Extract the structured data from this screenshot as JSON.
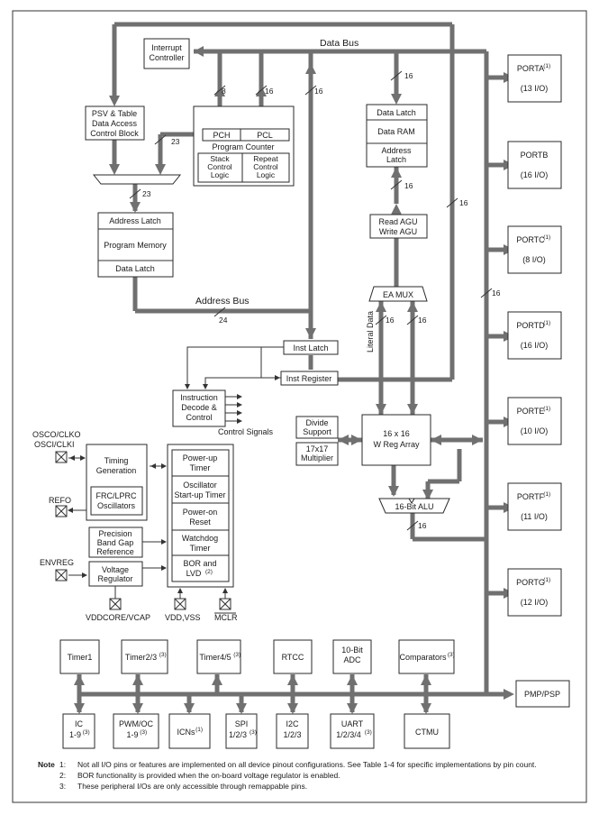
{
  "buses": {
    "data_bus": "Data Bus",
    "address_bus": "Address Bus",
    "control_signals": "Control Signals",
    "literal_data": "Literal Data"
  },
  "widths": {
    "w16": "16",
    "w8": "8",
    "w23": "23",
    "w24": "24"
  },
  "blocks": {
    "interrupt_controller": [
      "Interrupt",
      "Controller"
    ],
    "psv": [
      "PSV & Table",
      "Data Access",
      "Control Block"
    ],
    "pch": "PCH",
    "pcl": "PCL",
    "program_counter": "Program Counter",
    "stack_control": [
      "Stack",
      "Control",
      "Logic"
    ],
    "repeat_control": [
      "Repeat",
      "Control",
      "Logic"
    ],
    "pm_address_latch": "Address Latch",
    "program_memory": "Program Memory",
    "pm_data_latch": "Data Latch",
    "dm_data_latch": "Data Latch",
    "data_ram": "Data RAM",
    "dm_address_latch": [
      "Address",
      "Latch"
    ],
    "agu": [
      "Read AGU",
      "Write AGU"
    ],
    "ea_mux": "EA MUX",
    "inst_latch": "Inst Latch",
    "inst_register": "Inst Register",
    "instruction_decode": [
      "Instruction",
      "Decode &",
      "Control"
    ],
    "divide_support": [
      "Divide",
      "Support"
    ],
    "multiplier": [
      "17x17",
      "Multiplier"
    ],
    "w_reg_array": [
      "16 x 16",
      "W Reg Array"
    ],
    "alu": "16-Bit ALU",
    "timing_generation": [
      "Timing",
      "Generation"
    ],
    "frc_lprc": [
      "FRC/LPRC",
      "Oscillators"
    ],
    "precision_band_gap": [
      "Precision",
      "Band Gap",
      "Reference"
    ],
    "voltage_regulator": [
      "Voltage",
      "Regulator"
    ],
    "power_up_timer": [
      "Power-up",
      "Timer"
    ],
    "oscillator_startup": [
      "Oscillator",
      "Start-up Timer"
    ],
    "power_on_reset": [
      "Power-on",
      "Reset"
    ],
    "watchdog_timer": [
      "Watchdog",
      "Timer"
    ],
    "bor_lvd": [
      "BOR and",
      "LVD"
    ],
    "bor_lvd_note": "(2)"
  },
  "pins": {
    "osco": "OSCO/CLKO",
    "osci": "OSCI/CLKI",
    "refo": "REFO",
    "envreg": "ENVREG",
    "vddcore": "VDDCORE/VCAP",
    "vdd_vss": "VDD,VSS",
    "mclr": "MCLR"
  },
  "ports": [
    {
      "name": "PORTA",
      "note": "(1)",
      "io": "(13 I/O)"
    },
    {
      "name": "PORTB",
      "note": "",
      "io": "(16 I/O)"
    },
    {
      "name": "PORTC",
      "note": "(1)",
      "io": "(8 I/O)"
    },
    {
      "name": "PORTD",
      "note": "(1)",
      "io": "(16 I/O)"
    },
    {
      "name": "PORTE",
      "note": "(1)",
      "io": "(10 I/O)"
    },
    {
      "name": "PORTF",
      "note": "(1)",
      "io": "(11 I/O)"
    },
    {
      "name": "PORTG",
      "note": "(1)",
      "io": "(12 I/O)"
    }
  ],
  "peripherals_top": [
    {
      "name": "Timer1",
      "note": ""
    },
    {
      "name": "Timer2/3",
      "note": "(3)"
    },
    {
      "name": "Timer4/5",
      "note": "(3)"
    },
    {
      "name": "RTCC",
      "note": ""
    },
    {
      "name": "10-Bit ADC",
      "note": ""
    },
    {
      "name": "Comparators",
      "note": "(3)"
    }
  ],
  "peripherals_bottom": [
    {
      "name": "IC",
      "sub": "1-9",
      "note": "(3)"
    },
    {
      "name": "PWM/OC",
      "sub": "1-9",
      "note": "(3)"
    },
    {
      "name": "ICNs",
      "sub": "",
      "note": "(1)"
    },
    {
      "name": "SPI",
      "sub": "1/2/3",
      "note": "(3)"
    },
    {
      "name": "I2C",
      "sub": "1/2/3",
      "note": ""
    },
    {
      "name": "UART",
      "sub": "1/2/3/4",
      "note": "(3)"
    },
    {
      "name": "CTMU",
      "sub": "",
      "note": ""
    }
  ],
  "pmp": "PMP/PSP",
  "notes": {
    "heading": "Note",
    "items": [
      {
        "num": "1:",
        "text": "Not all I/O pins or features are implemented on all device pinout configurations. See Table 1-4 for specific implementations by pin count."
      },
      {
        "num": "2:",
        "text": "BOR functionality is provided when the on-board voltage regulator is enabled."
      },
      {
        "num": "3:",
        "text": "These peripheral I/Os are only accessible through remappable pins."
      }
    ]
  }
}
